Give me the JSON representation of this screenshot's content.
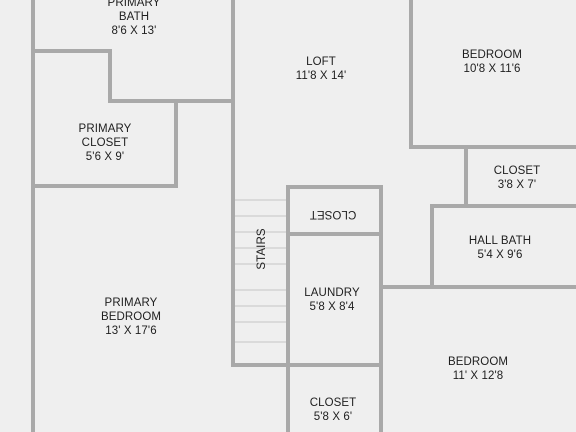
{
  "floor_plan": {
    "colors": {
      "wall": "#a9a9a9",
      "floor": "#efefef",
      "stair_line": "#c4c4c4",
      "text": "#1e1e1e"
    },
    "rooms": [
      {
        "id": "primary-bath",
        "lines": [
          "PRIMARY",
          "BATH",
          "8'6 X 13'"
        ]
      },
      {
        "id": "loft",
        "lines": [
          "LOFT",
          "11'8 X 14'"
        ]
      },
      {
        "id": "bedroom-top",
        "lines": [
          "BEDROOM",
          "10'8 X 11'6"
        ]
      },
      {
        "id": "primary-closet",
        "lines": [
          "PRIMARY",
          "CLOSET",
          "5'6 X 9'"
        ]
      },
      {
        "id": "closet-right",
        "lines": [
          "CLOSET",
          "3'8 X 7'"
        ]
      },
      {
        "id": "closet-stair",
        "lines": [
          "CLOSET"
        ]
      },
      {
        "id": "stairs",
        "lines": [
          "STAIRS"
        ]
      },
      {
        "id": "hall-bath",
        "lines": [
          "HALL BATH",
          "5'4 X 9'6"
        ]
      },
      {
        "id": "laundry",
        "lines": [
          "LAUNDRY",
          "5'8 X 8'4"
        ]
      },
      {
        "id": "primary-bedroom",
        "lines": [
          "PRIMARY",
          "BEDROOM",
          "13' X 17'6"
        ]
      },
      {
        "id": "bedroom-bottom",
        "lines": [
          "BEDROOM",
          "11' X 12'8"
        ]
      },
      {
        "id": "closet-bottom",
        "lines": [
          "CLOSET",
          "5'8 X 6'"
        ]
      }
    ]
  }
}
